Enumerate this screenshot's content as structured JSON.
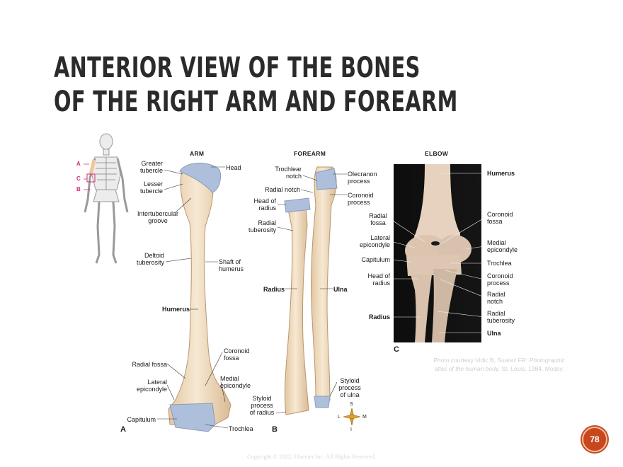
{
  "slide": {
    "title_line1": "ANTERIOR VIEW OF THE BONES",
    "title_line2": "OF THE RIGHT ARM AND FOREARM",
    "page_number": "78",
    "copyright": "Copyright © 2022, Elsevier Inc. All Rights Reserved.",
    "credit_line1": "Photo courtesy Vidic B, Suarez FR: ",
    "credit_italic1": "Photographic",
    "credit_italic2": "atlas of the human body,",
    "credit_line2": " St. Louis, 1984, Mosby."
  },
  "figure": {
    "skeleton_letters": [
      "A",
      "C",
      "B"
    ],
    "panels": {
      "arm": "ARM",
      "forearm": "FOREARM",
      "elbow": "ELBOW",
      "letter_a": "A",
      "letter_b": "B",
      "letter_c": "C"
    },
    "arm_labels": {
      "greater_tubercle": "Greater\ntubercle",
      "lesser_tubercle": "Lesser\ntubercle",
      "intertubercular": "Intertubercular\ngroove",
      "deltoid": "Deltoid\ntuberosity",
      "humerus": "Humerus",
      "radial_fossa": "Radial fossa",
      "lateral_epicondyle": "Lateral\nepicondyle",
      "capitulum": "Capitulum",
      "head": "Head",
      "shaft": "Shaft of\nhumerus",
      "coronoid_fossa": "Coronoid\nfossa",
      "medial_epicondyle": "Medial\nepicondyle",
      "trochlea": "Trochlea"
    },
    "forearm_labels": {
      "trochlear_notch": "Trochlear\nnotch",
      "radial_notch": "Radial notch",
      "head_of_radius": "Head of\nradius",
      "radial_tuberosity": "Radial\ntuberosity",
      "radius": "Radius",
      "styloid_radius": "Styloid\nprocess\nof radius",
      "olecranon": "Olecranon\nprocess",
      "coronoid_process": "Coronoid\nprocess",
      "ulna": "Ulna",
      "styloid_ulna": "Styloid\nprocess\nof ulna"
    },
    "compass": {
      "s": "S",
      "i": "I",
      "l": "L",
      "m": "M"
    },
    "elbow_labels": {
      "radial_fossa": "Radial\nfossa",
      "lateral_epicondyle": "Lateral\nepicondyle",
      "capitulum": "Capitulum",
      "head_of_radius": "Head of\nradius",
      "radius": "Radius",
      "humerus": "Humerus",
      "coronoid_fossa": "Coronoid\nfossa",
      "medial_epicondyle": "Medial\nepicondyle",
      "trochlea": "Trochlea",
      "coronoid_process": "Coronoid\nprocess",
      "radial_notch": "Radial\nnotch",
      "radial_tuberosity": "Radial\ntuberosity",
      "ulna": "Ulna"
    }
  },
  "colors": {
    "bone": "#f1dcc0",
    "cartilage": "#aebfdc",
    "accent_pink": "#d62a78",
    "badge": "#c8471c"
  }
}
